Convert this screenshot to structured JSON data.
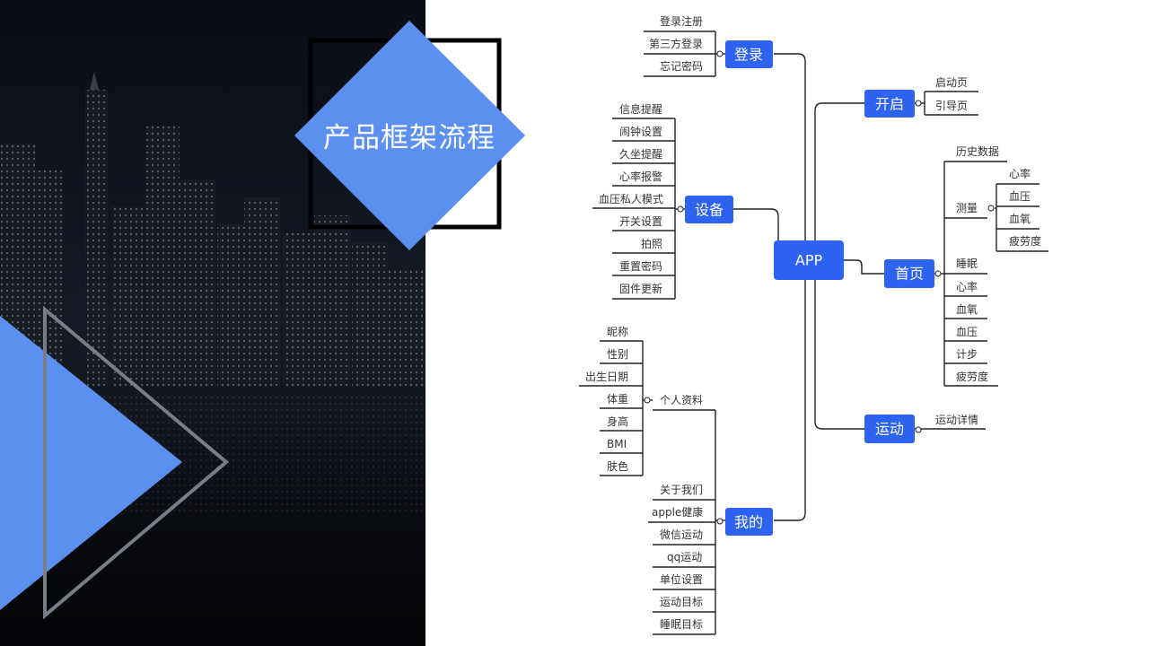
{
  "slide": {
    "title": "产品框架流程"
  },
  "mindmap": {
    "root": "APP",
    "branches": [
      {
        "id": "login",
        "label": "登录",
        "children": [
          "登录注册",
          "第三方登录",
          "忘记密码"
        ]
      },
      {
        "id": "device",
        "label": "设备",
        "children": [
          "信息提醒",
          "闹钟设置",
          "久坐提醒",
          "心率报警",
          "血压私人模式",
          "开关设置",
          "拍照",
          "重置密码",
          "固件更新"
        ]
      },
      {
        "id": "mine",
        "label": "我的",
        "children": [
          "个人资料",
          "关于我们",
          "apple健康",
          "微信运动",
          "qq运动",
          "单位设置",
          "运动目标",
          "睡眠目标"
        ],
        "profile": {
          "label": "个人资料",
          "children": [
            "昵称",
            "性别",
            "出生日期",
            "体重",
            "身高",
            "BMI",
            "肤色"
          ]
        }
      },
      {
        "id": "open",
        "label": "开启",
        "children": [
          "启动页",
          "引导页"
        ]
      },
      {
        "id": "home",
        "label": "首页",
        "children": [
          "历史数据",
          "测量",
          "睡眠",
          "心率",
          "血氧",
          "血压",
          "计步",
          "疲劳度"
        ],
        "measure": {
          "label": "测量",
          "children": [
            "心率",
            "血压",
            "血氧",
            "疲劳度"
          ]
        }
      },
      {
        "id": "sport",
        "label": "运动",
        "children": [
          "运动详情"
        ]
      }
    ]
  },
  "colors": {
    "accent": "#5b8ff0",
    "node": "#2e62f0",
    "dark_bg": "#0b0e16"
  }
}
